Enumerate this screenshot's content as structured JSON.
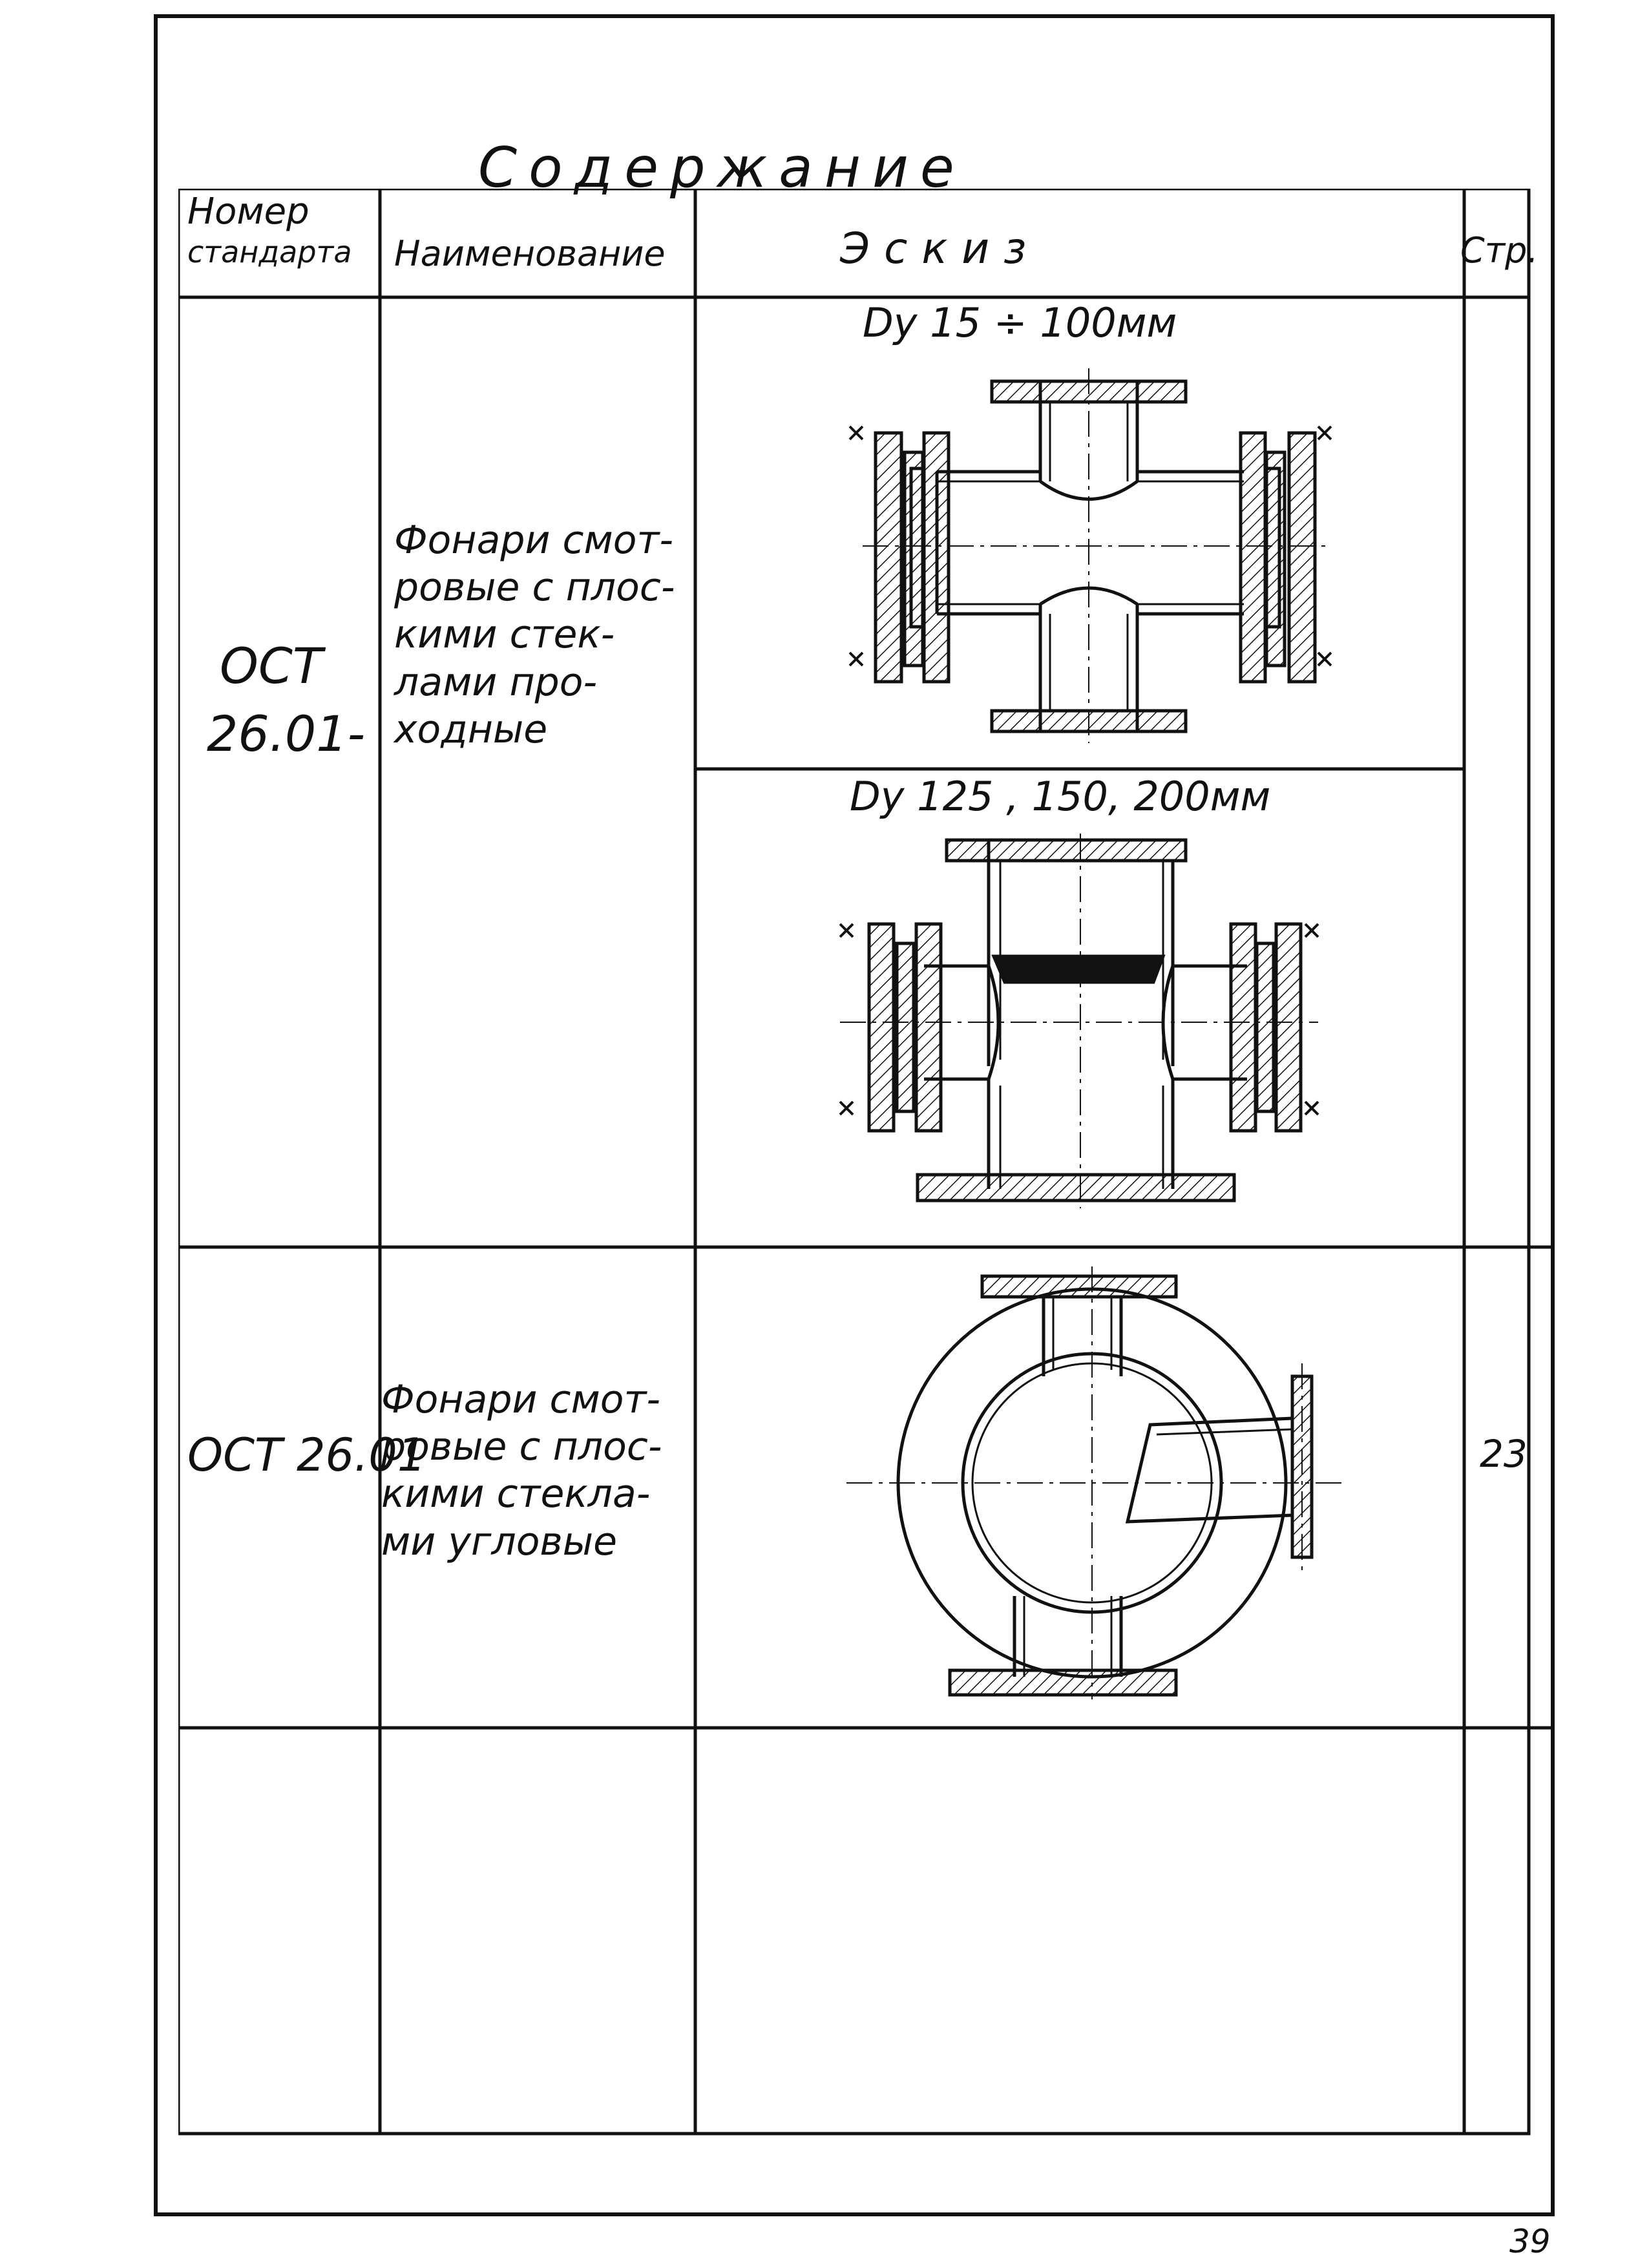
{
  "title": "Содержание",
  "headers": {
    "number_line1": "Номер",
    "number_line2": "стандарта",
    "name": "Наименование",
    "sketch": "Эскиз",
    "page": "Стр."
  },
  "rows": [
    {
      "standard_line1": "ОСТ",
      "standard_line2": "26.01-",
      "name_lines": [
        "Фонари смот-",
        "ровые с плос-",
        "кими стек-",
        "лами про-",
        "ходные"
      ],
      "sketch_labels": [
        "Dу 15 ÷ 100мм",
        "Dу 125 , 150, 200мм"
      ],
      "page": ""
    },
    {
      "standard": "ОСТ 26.01",
      "name_lines": [
        "Фонари смот-",
        "ровые с плос-",
        "кими стекла-",
        "ми угловые"
      ],
      "page": "23"
    }
  ],
  "page_number": "39"
}
